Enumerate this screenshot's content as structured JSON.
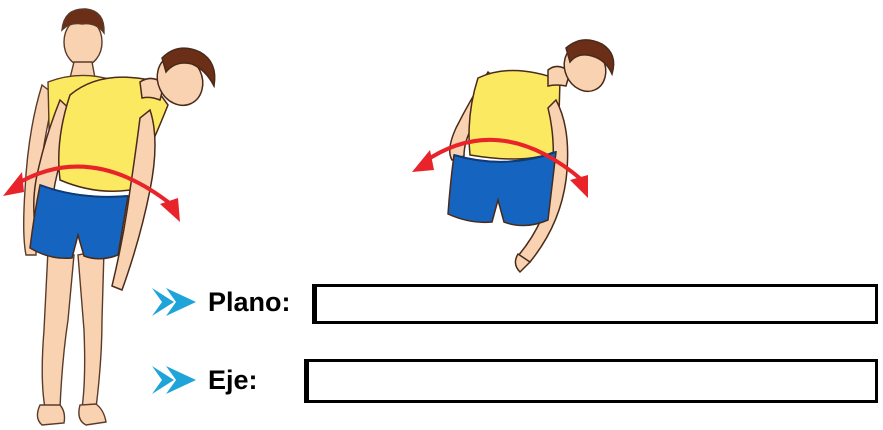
{
  "worksheet": {
    "plano_label": "Plano:",
    "eje_label": "Eje:",
    "plano_value": "",
    "eje_value": ""
  },
  "figures": {
    "left": "standing-man-side-bend-with-reference-pose",
    "right": "man-side-bend-lower-body-cropped",
    "movement_arrow_icon": "curved-double-arrow-icon",
    "bullet_icon": "chevron-bullet-icon"
  },
  "colors": {
    "shirt": "#fbe961",
    "shorts": "#1565c0",
    "skin": "#f9d3b1",
    "hair": "#6b2e16",
    "arrow": "#e8232a",
    "bullet": "#1fa4d9"
  }
}
